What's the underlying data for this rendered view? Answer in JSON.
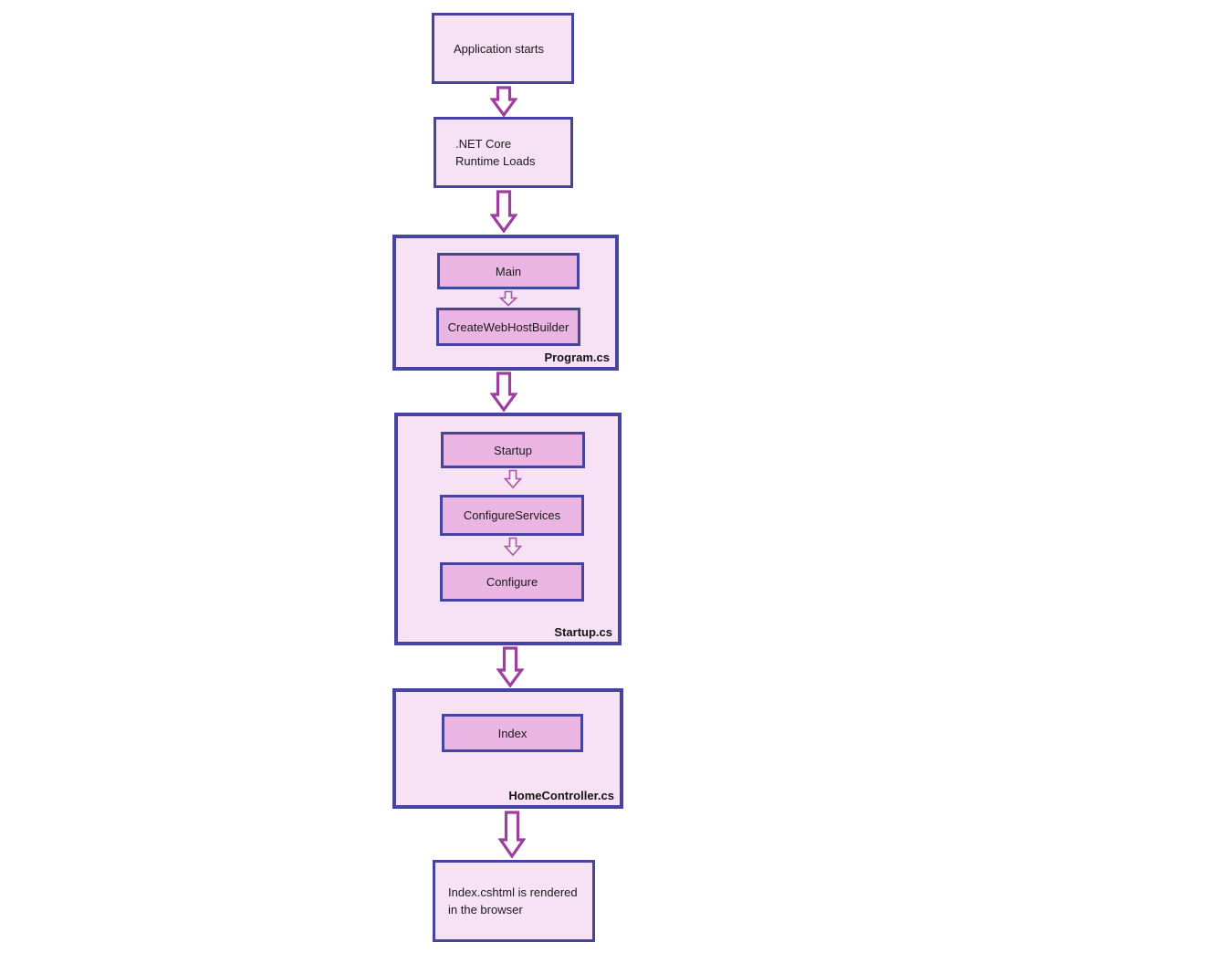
{
  "colors": {
    "background": "#ffffff",
    "outer_box_fill": "#f7e1f4",
    "inner_box_fill": "#eab5e2",
    "box_border": "#4545a0",
    "large_arrow_stroke": "#9d3f9d",
    "small_arrow_stroke": "#a855a8",
    "text": "#1a1a1a"
  },
  "nodes": {
    "start": {
      "label": "Application starts"
    },
    "runtime": {
      "label": ".NET Core Runtime Loads"
    },
    "program": {
      "file_label": "Program.cs",
      "steps": {
        "main": "Main",
        "create_web_host_builder": "CreateWebHostBuilder"
      }
    },
    "startup": {
      "file_label": "Startup.cs",
      "steps": {
        "startup": "Startup",
        "configure_services": "ConfigureServices",
        "configure": "Configure"
      }
    },
    "home_controller": {
      "file_label": "HomeController.cs",
      "steps": {
        "index": "Index"
      }
    },
    "end": {
      "label": "Index.cshtml is rendered in the browser"
    }
  },
  "icons": {
    "connector": "down-arrow"
  }
}
